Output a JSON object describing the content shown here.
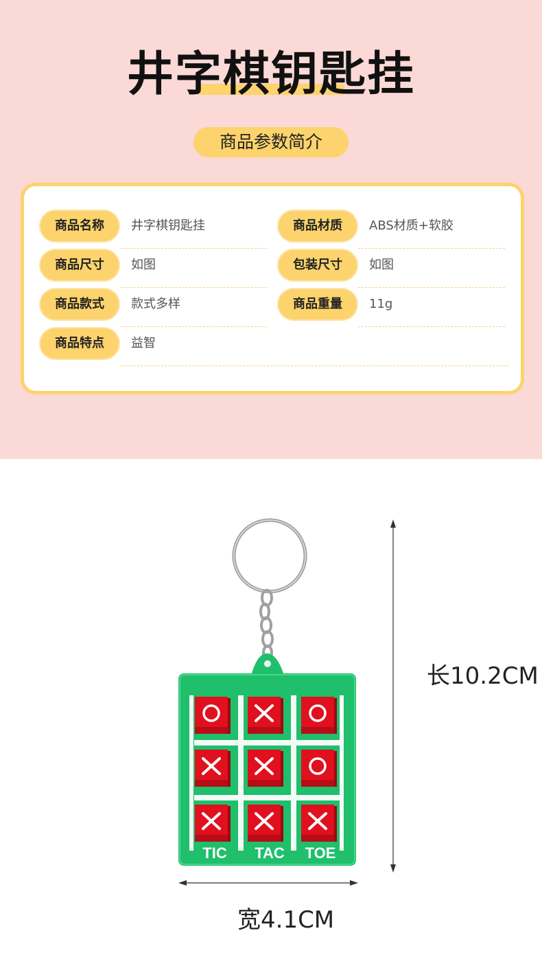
{
  "title": "井字棋钥匙挂",
  "section_title": "商品参数简介",
  "params": [
    {
      "label": "商品名称",
      "value": "井字棋钥匙挂"
    },
    {
      "label": "商品材质",
      "value": "ABS材质+软胶"
    },
    {
      "label": "商品尺寸",
      "value": "如图"
    },
    {
      "label": "包装尺寸",
      "value": "如图"
    },
    {
      "label": "商品款式",
      "value": "款式多样"
    },
    {
      "label": "商品重量",
      "value": "11g"
    },
    {
      "label": "商品特点",
      "value": "益智"
    }
  ],
  "product": {
    "height_label": "长10.2CM",
    "width_label": "宽4.1CM",
    "board_marks": [
      "O",
      "X",
      "O",
      "X",
      "X",
      "O",
      "X",
      "X",
      "X"
    ],
    "board_words": [
      "TIC",
      "TAC",
      "TOE"
    ]
  },
  "colors": {
    "pink_bg": "#fbd9d6",
    "accent_yellow": "#fcd36c",
    "board_green": "#1fbf6c",
    "tile_red": "#e0101e"
  }
}
